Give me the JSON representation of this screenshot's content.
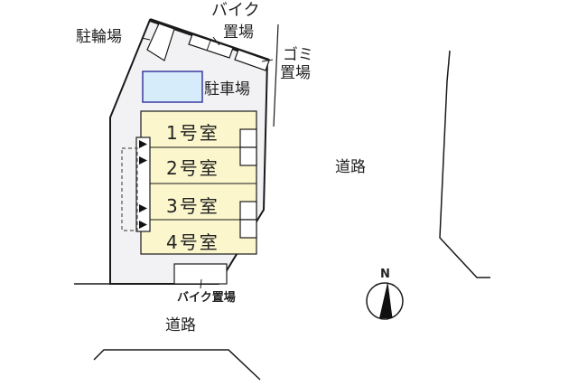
{
  "site_plan": {
    "labels": {
      "bicycle_parking": "駐輪場",
      "bike_parking_top_line1": "バイク",
      "bike_parking_top_line2": "置場",
      "garbage_line1": "ゴミ",
      "garbage_line2": "置場",
      "car_parking": "駐車場",
      "bike_parking_bottom": "バイク置場",
      "road_east": "道路",
      "road_south": "道路",
      "north": "N"
    },
    "units": [
      {
        "label": "1号室"
      },
      {
        "label": "2号室"
      },
      {
        "label": "3号室"
      },
      {
        "label": "4号室"
      }
    ],
    "colors": {
      "site_fill": "#f2f2f4",
      "unit_fill": "#fbf6cc",
      "parking_fill": "#d6ecfa",
      "parking_border": "#3a3aa0",
      "line": "#1a1a1a"
    }
  }
}
